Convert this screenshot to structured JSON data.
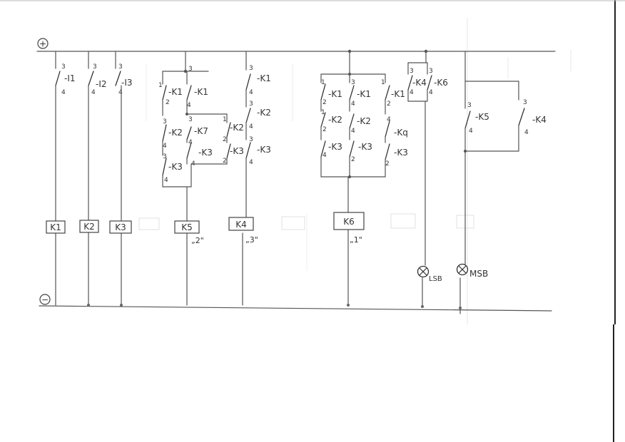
{
  "rails": {
    "plus": "+",
    "minus": "−"
  },
  "pins": {
    "p1": "1",
    "p2": "2",
    "p3": "3",
    "p4": "4"
  },
  "inputs": [
    {
      "id": "i1",
      "label": "-I1",
      "top_pin": "3",
      "bottom_pin": "4"
    },
    {
      "id": "i2",
      "label": "-I2",
      "top_pin": "3",
      "bottom_pin": "4"
    },
    {
      "id": "i3",
      "label": "-I3",
      "top_pin": "3",
      "bottom_pin": "4"
    }
  ],
  "contacts": {
    "k1": "-K1",
    "k2": "-K2",
    "k3": "-K3",
    "k4": "-K4",
    "k5": "-K5",
    "k6": "-K6",
    "k7": "-K7",
    "kq": "-Kq"
  },
  "coils": {
    "k1": "K1",
    "k2": "K2",
    "k3": "K3",
    "k4": "K4",
    "k5": "K5",
    "k6": "K6"
  },
  "coil_notes": {
    "k5": "„2\"",
    "k4": "„3\"",
    "k6": "„1\""
  },
  "lamps": {
    "lsb": "LSB",
    "msb": "MSB"
  }
}
